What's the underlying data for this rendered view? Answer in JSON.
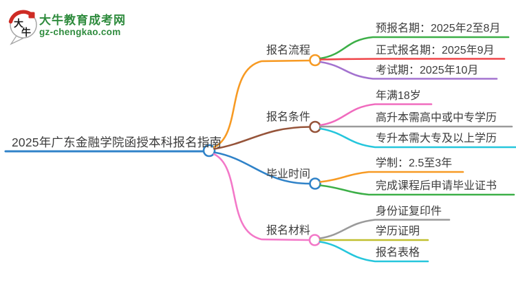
{
  "page": {
    "background": "#ffffff",
    "text_color": "#3c3c3c"
  },
  "logo": {
    "bubble_char1": "大",
    "bubble_char2": "牛",
    "site_name": "大牛教育成考网",
    "site_url": "gz-chengkao.com",
    "green": "#2e8b3d",
    "red": "#ce2b24"
  },
  "central": {
    "title": "2025年广东金融学院函授本科报名指南",
    "color": "#2f82c8"
  },
  "branches": [
    {
      "label": "报名流程",
      "color": "#f79a23",
      "children": [
        {
          "label": "预报名期：2025年2至8月",
          "color": "#3caf47"
        },
        {
          "label": "正式报名期：2025年9月",
          "color": "#ef4448"
        },
        {
          "label": "考试期：2025年10月",
          "color": "#a372cf"
        }
      ]
    },
    {
      "label": "报名条件",
      "color": "#96543a",
      "children": [
        {
          "label": "年满18岁",
          "color": "#f06bbe"
        },
        {
          "label": "高升本需高中或中专学历",
          "color": "#9a9a9a"
        },
        {
          "label": "专升本需大专及以上学历",
          "color": "#25c6dc"
        }
      ]
    },
    {
      "label": "毕业时间",
      "color": "#2f82c8",
      "children": [
        {
          "label": "学制：2.5至3年",
          "color": "#f79a23"
        },
        {
          "label": "完成课程后申请毕业证书",
          "color": "#3caf47"
        }
      ]
    },
    {
      "label": "报名材料",
      "color": "#f378c8",
      "children": [
        {
          "label": "身份证复印件",
          "color": "#9a9a9a"
        },
        {
          "label": "学历证明",
          "color": "#c0bf2e"
        },
        {
          "label": "报名表格",
          "color": "#25c6dc"
        }
      ]
    }
  ]
}
